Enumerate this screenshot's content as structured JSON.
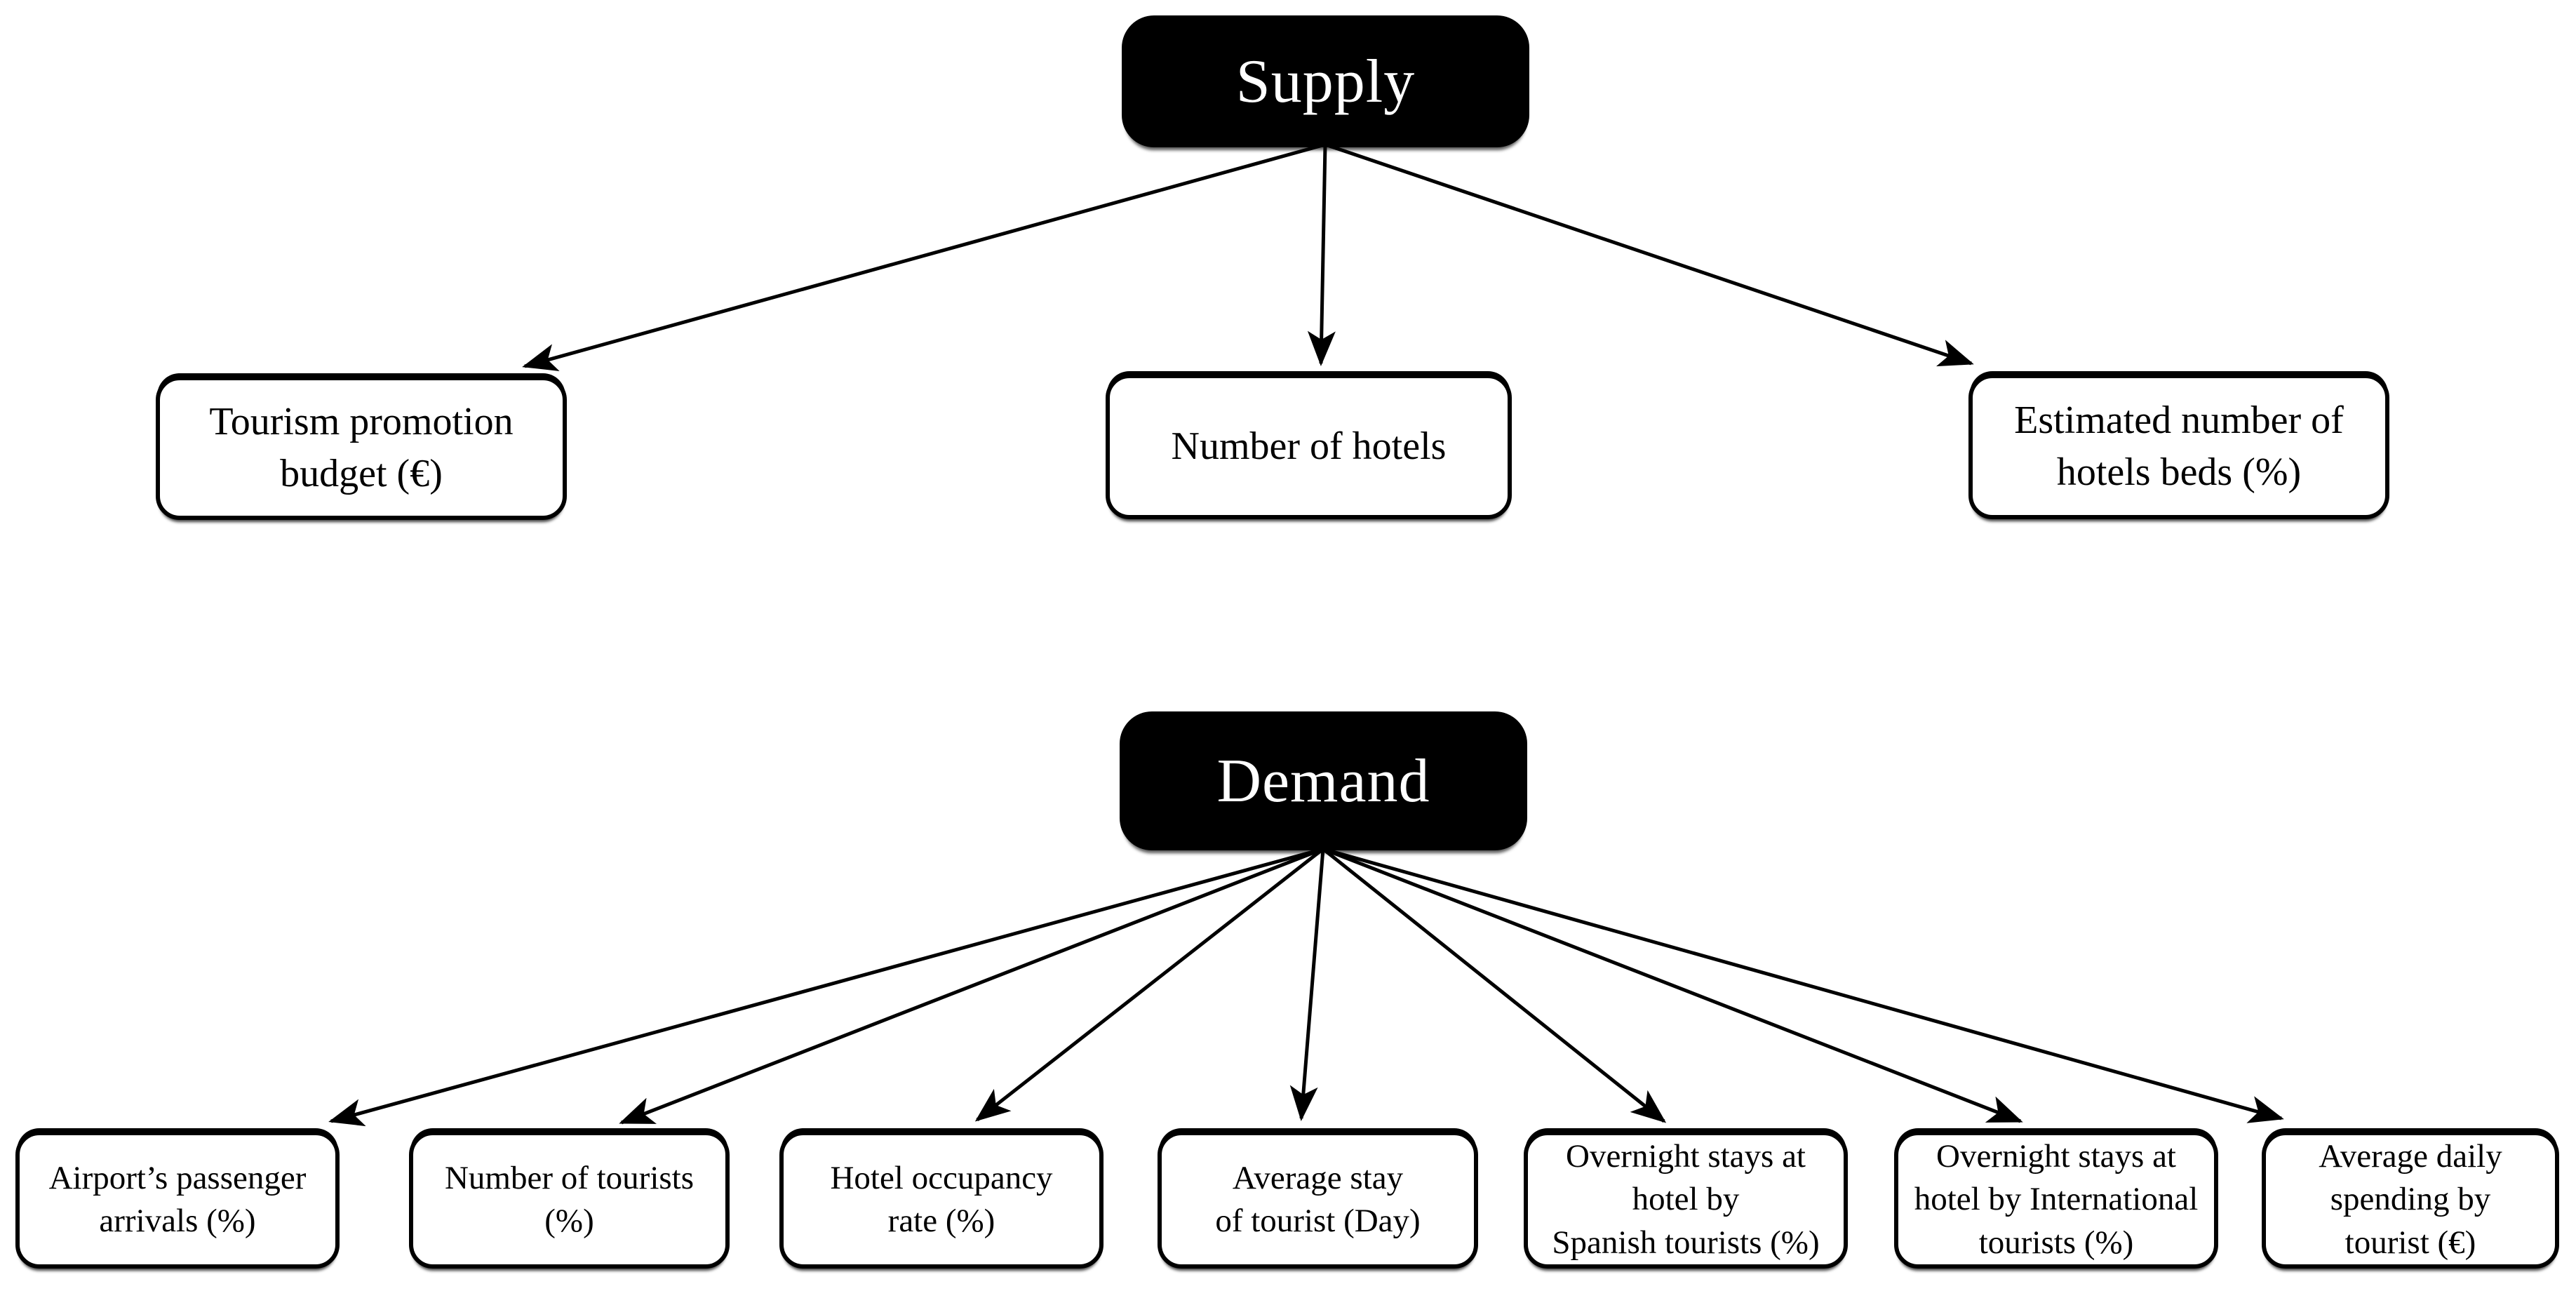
{
  "colors": {
    "node_fill": "#000000",
    "node_text": "#ffffff",
    "leaf_fill": "#ffffff",
    "leaf_border": "#000000",
    "arrow": "#000000"
  },
  "supply": {
    "title": "Supply",
    "items": [
      {
        "line1": "Tourism promotion",
        "line2": "budget (€)"
      },
      {
        "line1": "Number of hotels"
      },
      {
        "line1": "Estimated number of",
        "line2": "hotels beds (%)"
      }
    ]
  },
  "demand": {
    "title": "Demand",
    "items": [
      {
        "line1": "Airport’s passenger",
        "line2": "arrivals (%)"
      },
      {
        "line1": "Number of tourists",
        "line2": "(%)"
      },
      {
        "line1": "Hotel occupancy",
        "line2": "rate (%)"
      },
      {
        "line1": "Average stay",
        "line2": "of tourist (Day)"
      },
      {
        "line1": "Overnight stays at",
        "line2": "hotel by",
        "line3": "Spanish tourists (%)"
      },
      {
        "line1": "Overnight stays at",
        "line2": "hotel by International",
        "line3": "tourists (%)"
      },
      {
        "line1": "Average daily",
        "line2": "spending by",
        "line3": "tourist (€)"
      }
    ]
  }
}
